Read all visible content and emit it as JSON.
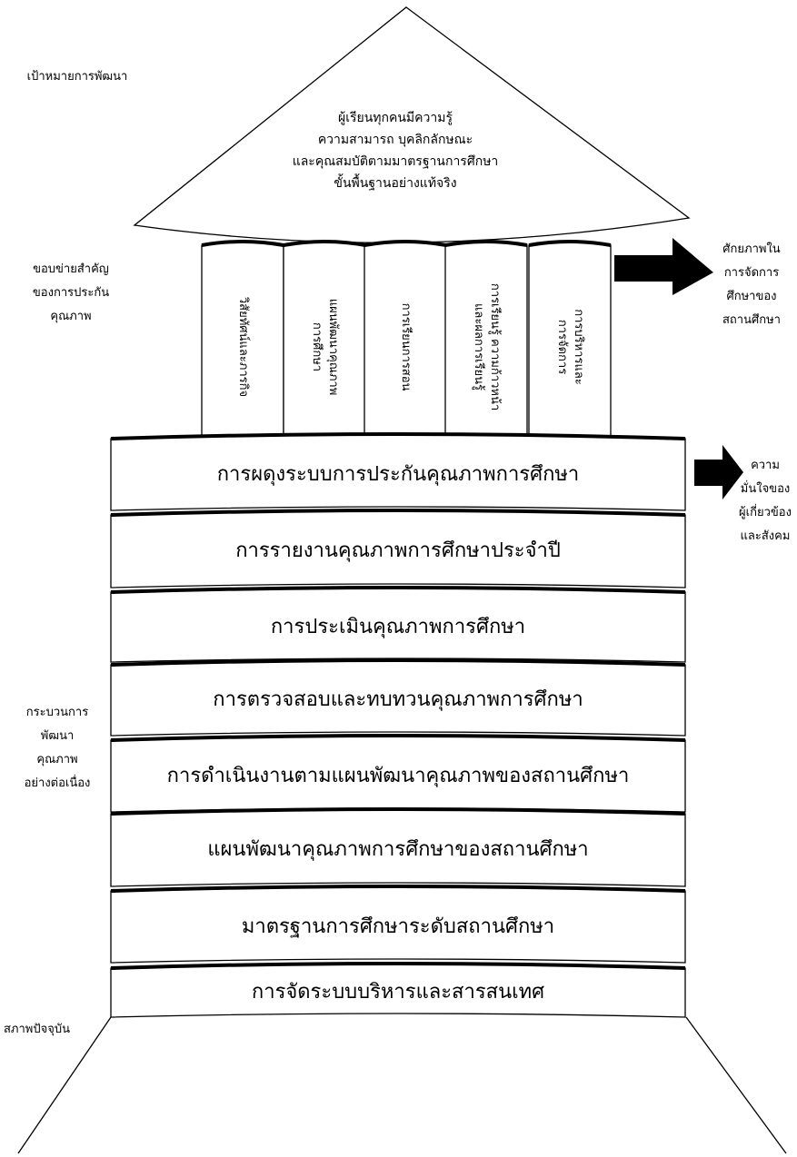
{
  "labels": {
    "goal": "เป้าหมายการพัฒนา",
    "framework": [
      "ขอบข่ายสำคัญ",
      "ของการประกัน",
      "คุณภาพ"
    ],
    "process": [
      "กระบวนการ",
      "พัฒนา",
      "คุณภาพ",
      "อย่างต่อเนื่อง"
    ],
    "current_state": "สภาพปัจจุบัน",
    "capability": [
      "ศักยภาพใน",
      "การจัดการ",
      "ศึกษาของ",
      "สถานศึกษา"
    ],
    "confidence": [
      "ความ",
      "มั่นใจของ",
      "ผู้เกี่ยวข้อง",
      "และสังคม"
    ]
  },
  "roof": [
    "ผู้เรียนทุกคนมีความรู้",
    "ความสามารถ บุคลิกลักษณะ",
    "และคุณสมบัติตามมาตรฐานการศึกษา",
    "ขั้นพื้นฐานอย่างแท้จริง"
  ],
  "pillars": [
    [
      "วิสัยทัศน์และภารกิจ"
    ],
    [
      "แผนพัฒนาคุณภาพ",
      "การศึกษา"
    ],
    [
      "การเรียนการสอน"
    ],
    [
      "การเรียนรู้ ความก้าวหน้า",
      "และผลการเรียนรู้"
    ],
    [
      "การบริหารและ",
      "การจัดการ"
    ]
  ],
  "layers": [
    "การผดุงระบบการประกันคุณภาพการศึกษา",
    "การรายงานคุณภาพการศึกษาประจำปี",
    "การประเมินคุณภาพการศึกษา",
    "การตรวจสอบและทบทวนคุณภาพการศึกษา",
    "การดำเนินงานตามแผนพัฒนาคุณภาพของสถานศึกษา",
    "แผนพัฒนาคุณภาพการศึกษาของสถานศึกษา",
    "มาตรฐานการศึกษาระดับสถานศึกษา",
    "การจัดระบบบริหารและสารสนเทศ"
  ]
}
